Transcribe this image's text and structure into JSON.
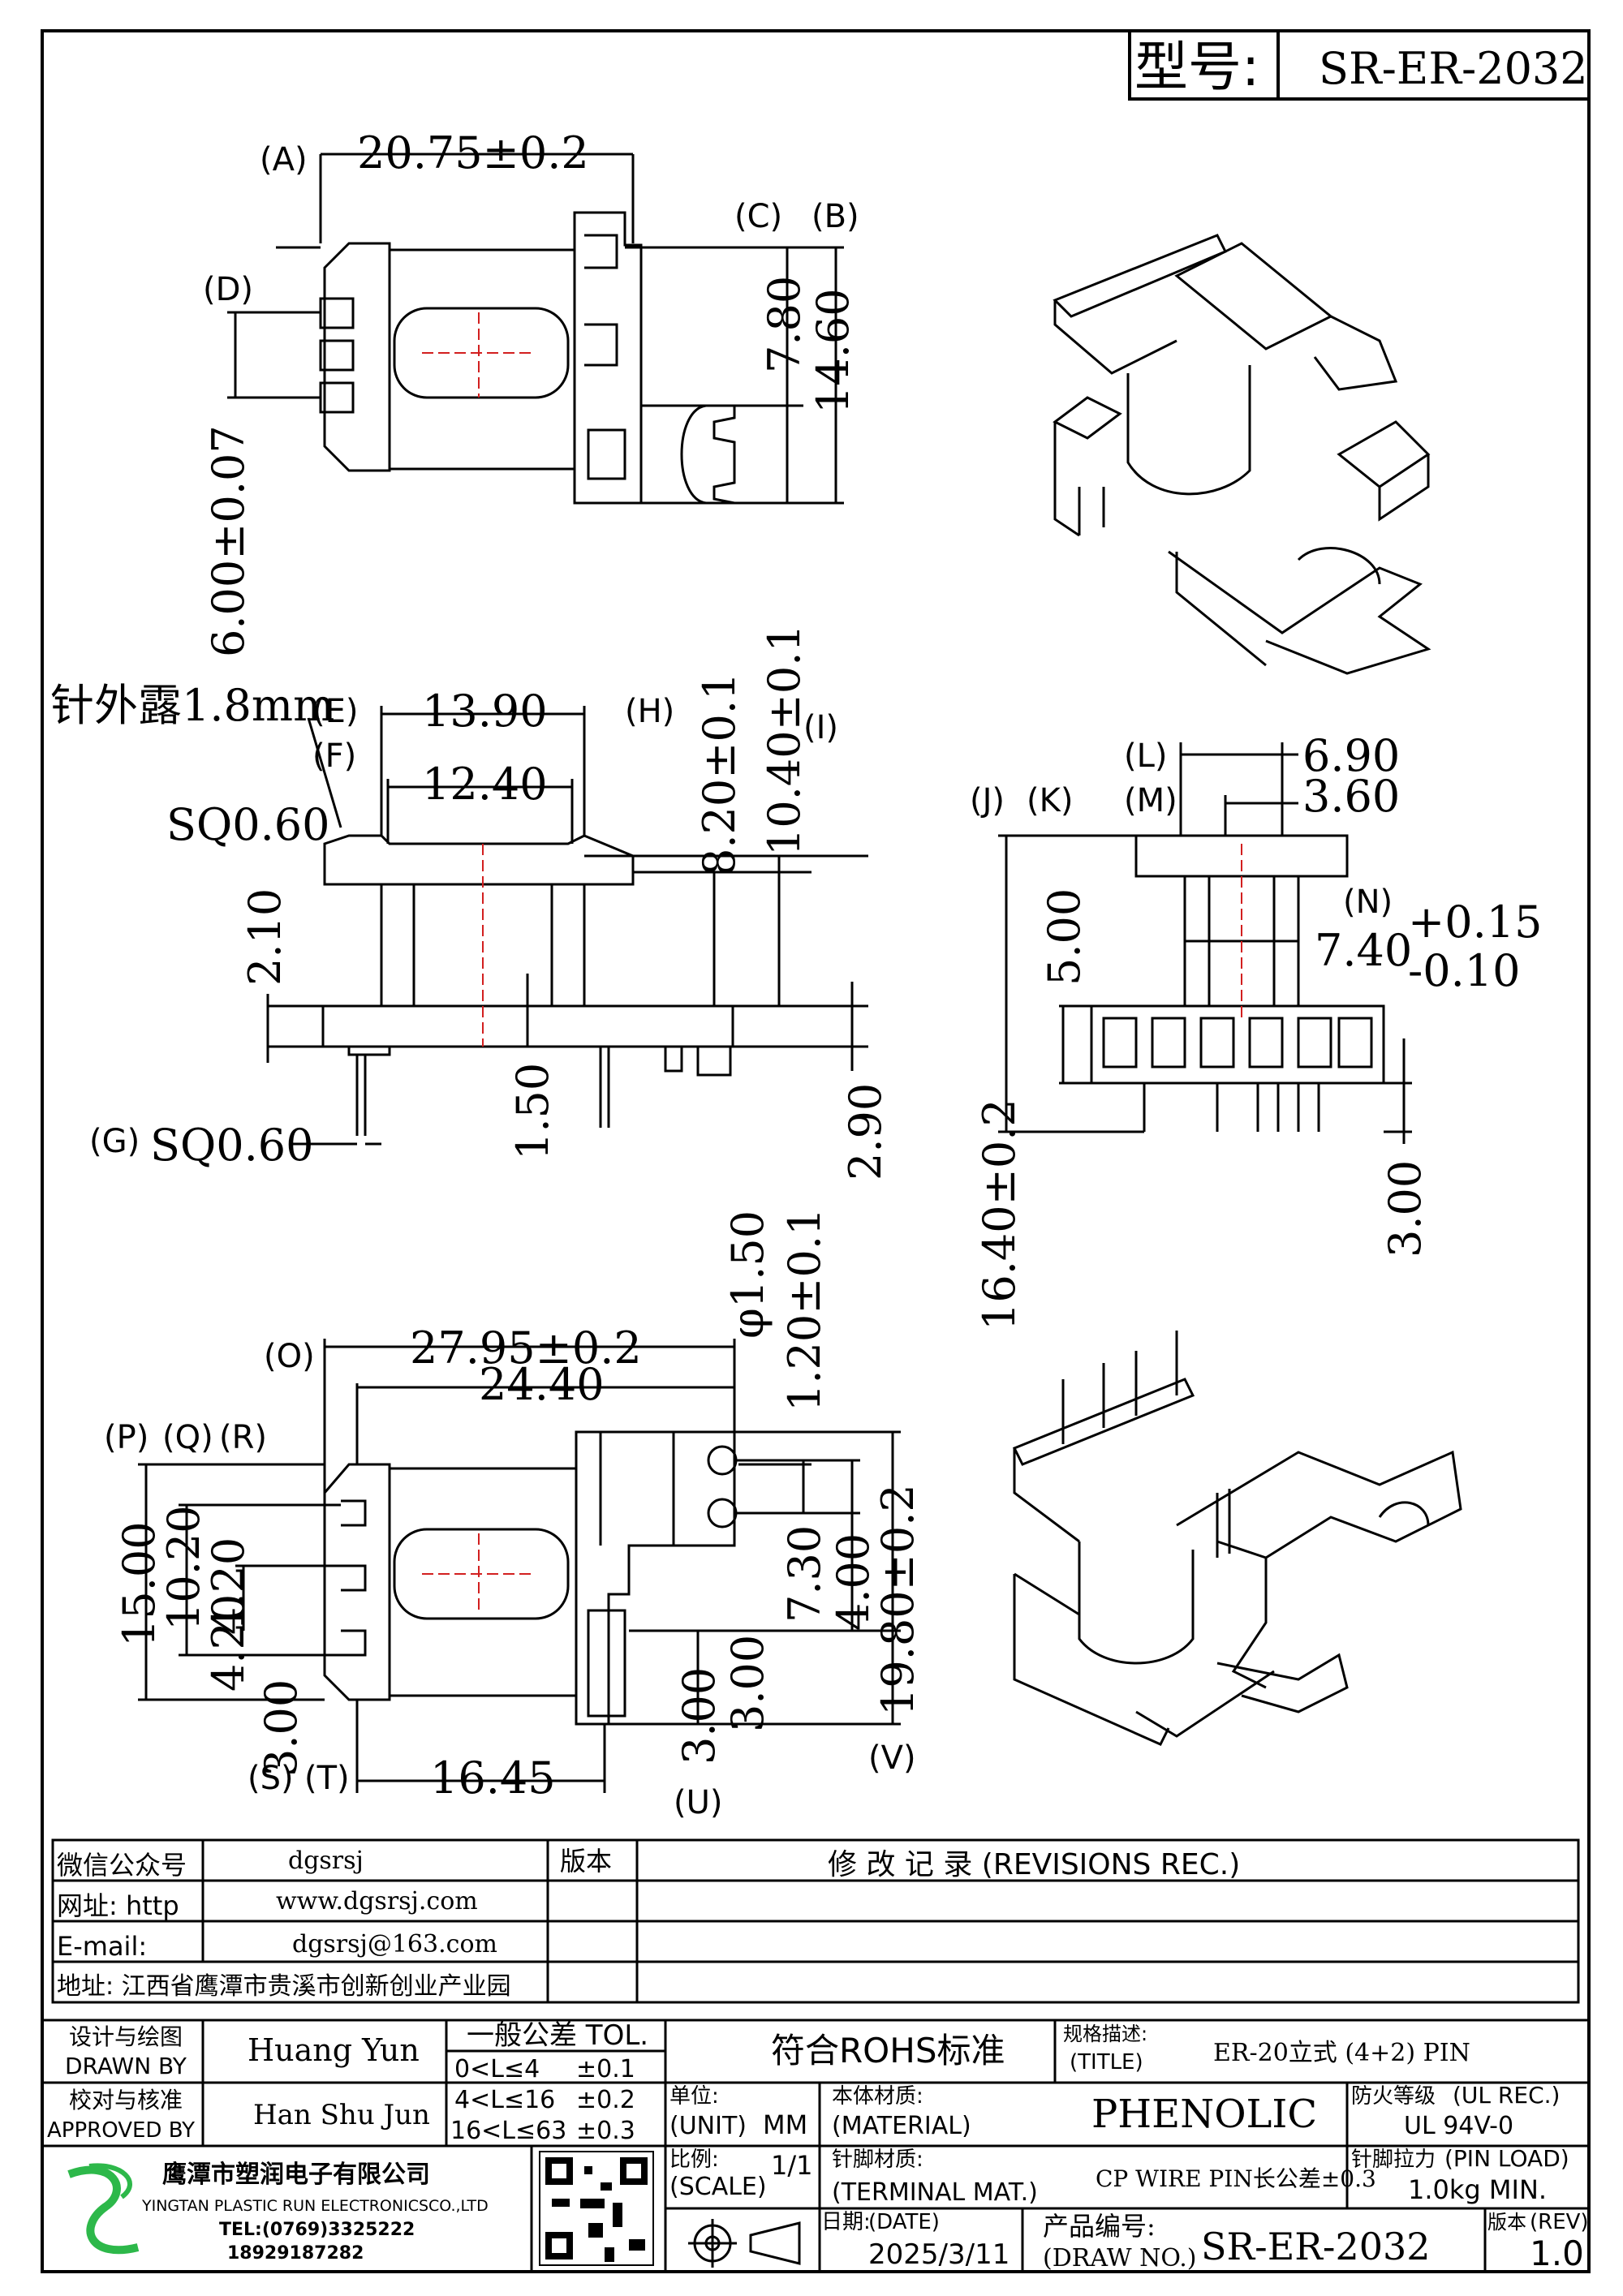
{
  "model_label": "型号:",
  "model_value": "SR-ER-2032",
  "view_top": {
    "labels": [
      "(A)",
      "(B)",
      "(C)",
      "(D)"
    ],
    "dim_width": "20.75±0.2",
    "dim_h1": "7.80",
    "dim_h2": "14.60",
    "dim_side": "6.00±0.07"
  },
  "view_front": {
    "pin_note": "针外露1.8mm",
    "labels": [
      "(E)",
      "(F)",
      "(G)",
      "(H)",
      "(I)"
    ],
    "dim_w1": "13.90",
    "dim_w2": "12.40",
    "sq_top": "SQ0.60",
    "sq_bottom": "SQ0.60",
    "dim_210": "2.10",
    "dim_150": "1.50",
    "dim_820": "8.20±0.1",
    "dim_1040": "10.40±0.1",
    "dim_290": "2.90"
  },
  "view_side": {
    "labels": [
      "(J)",
      "(K)",
      "(L)",
      "(M)",
      "(N)"
    ],
    "dim_690": "6.90",
    "dim_360": "3.60",
    "dim_500": "5.00",
    "dim_740": "7.40",
    "tol_plus": "+0.15",
    "tol_minus": "-0.10",
    "dim_1640": "16.40±0.2",
    "dim_300": "3.00"
  },
  "view_bottom": {
    "labels": [
      "(O)",
      "(P)",
      "(Q)",
      "(R)",
      "(S)",
      "(T)",
      "(U)",
      "(V)"
    ],
    "dim_2795": "27.95±0.2",
    "dim_2440": "24.40",
    "dim_phi": "φ1.50",
    "dim_120": "1.20±0.1",
    "dim_1500": "15.00",
    "dim_1020": "10.20",
    "dim_420a": "4.20",
    "dim_420b": "4.20",
    "dim_300a": "3.00",
    "dim_730": "7.30",
    "dim_400": "4.00",
    "dim_1980": "19.80±0.2",
    "dim_300b": "3.00",
    "dim_300c": "3.00",
    "dim_1645": "16.45"
  },
  "info_table": {
    "rows": [
      {
        "label": "微信公众号",
        "value": "dgsrsj"
      },
      {
        "label": "网址: http",
        "value": "www.dgsrsj.com"
      },
      {
        "label": "E-mail:",
        "value": "dgsrsj@163.com"
      }
    ],
    "address": "地址: 江西省鹰潭市贵溪市创新创业产业园",
    "version_header": "版本",
    "revisions_header": "修 改 记 录 (REVISIONS REC.)"
  },
  "title_block": {
    "drawn_by_label_cn": "设计与绘图",
    "drawn_by_label_en": "DRAWN BY",
    "drawn_by": "Huang Yun",
    "approved_label_cn": "校对与核准",
    "approved_label_en": "APPROVED BY",
    "approved_by": "Han Shu Jun",
    "tol_header": "一般公差 TOL.",
    "tol_rows": [
      {
        "range": "0<L≤4",
        "tol": "±0.1"
      },
      {
        "range": "4<L≤16",
        "tol": "±0.2"
      },
      {
        "range": "16<L≤63",
        "tol": "±0.3"
      }
    ],
    "rohs": "符合ROHS标准",
    "title_label_cn": "规格描述:",
    "title_label_en": "(TITLE)",
    "title_value": "ER-20立式 (4+2) PIN",
    "unit_label_cn": "单位:",
    "unit_label_en": "(UNIT)",
    "unit_value": "MM",
    "material_label_cn": "本体材质:",
    "material_label_en": "(MATERIAL)",
    "material_value": "PHENOLIC",
    "ul_label_cn": "防火等级",
    "ul_label_en": "(UL REC.)",
    "ul_value": "UL 94V-0",
    "scale_label_cn": "比例:",
    "scale_label_en": "(SCALE)",
    "scale_value": "1/1",
    "terminal_label_cn": "针脚材质:",
    "terminal_label_en": "(TERMINAL MAT.)",
    "terminal_value": "CP WIRE  PIN长公差±0.3",
    "pinload_label_cn": "针脚拉力",
    "pinload_label_en": "(PIN LOAD)",
    "pinload_value": "1.0kg MIN.",
    "date_label_cn": "日期:",
    "date_label_en": "(DATE)",
    "date_value": "2025/3/11",
    "drawno_label_cn": "产品编号:",
    "drawno_label_en": "(DRAW NO.)",
    "drawno_value": "SR-ER-2032",
    "rev_label_cn": "版本",
    "rev_label_en": "(REV)",
    "rev_value": "1.0",
    "company_cn": "鹰潭市塑润电子有限公司",
    "company_en": "YINGTAN PLASTIC RUN ELECTRONICSCO.,LTD",
    "tel": "TEL:(0769)3325222",
    "mobile": "18929187282"
  },
  "colors": {
    "line": "#000000",
    "center": "#d21f1f",
    "logo": "#2db84a"
  }
}
